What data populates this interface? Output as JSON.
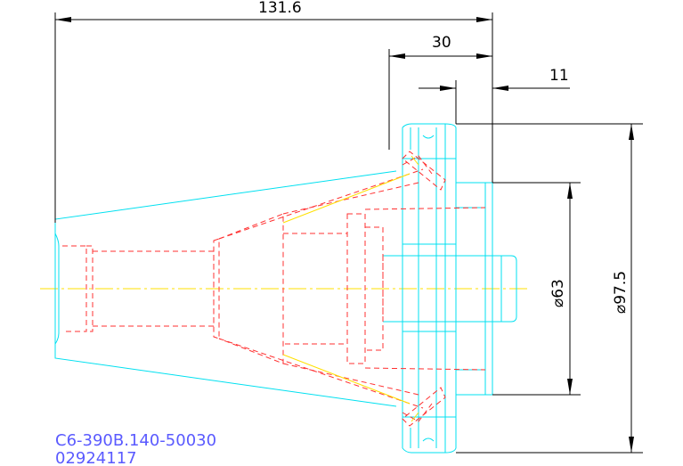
{
  "drawing": {
    "dimensions": {
      "overall_length": "131.6",
      "flange_length": "30",
      "step_length": "11",
      "bore_diameter": "⌀63",
      "flange_diameter": "⌀97.5"
    },
    "part_code": "C6-390B.140-50030",
    "part_number": "02924117"
  },
  "colors": {
    "outline": "#00e0f0",
    "hidden": "#ff3030",
    "centerline": "#ffe000",
    "dimension": "#000000",
    "text": "#5a5aff"
  }
}
